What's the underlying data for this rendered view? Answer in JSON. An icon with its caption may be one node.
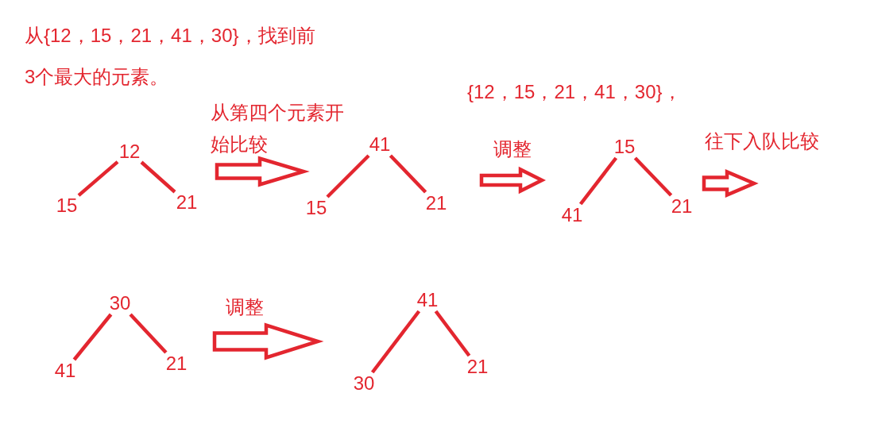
{
  "diagram": {
    "nodes": [
      {
        "text": [
          "12"
        ]
      },
      {
        "text": [
          "15"
        ]
      },
      {
        "text": [
          "21"
        ]
      },
      {
        "text": [
          "41"
        ]
      },
      {
        "text": [
          "15"
        ]
      },
      {
        "text": [
          "21"
        ]
      },
      {
        "text": [
          "15"
        ]
      },
      {
        "text": [
          "41"
        ]
      },
      {
        "text": [
          "21"
        ]
      },
      {
        "text": [
          "30"
        ]
      },
      {
        "text": [
          "41"
        ]
      },
      {
        "text": [
          "21"
        ]
      },
      {
        "text": [
          "41"
        ]
      },
      {
        "text": [
          "30"
        ]
      },
      {
        "text": [
          "21"
        ]
      }
    ],
    "edges": [
      {
        "from": 0,
        "to": 1,
        "arrow": "none"
      },
      {
        "from": 0,
        "to": 2,
        "arrow": "none"
      },
      {
        "from": 3,
        "to": 4,
        "arrow": "none"
      },
      {
        "from": 3,
        "to": 5,
        "arrow": "none"
      },
      {
        "from": 6,
        "to": 7,
        "arrow": "none"
      },
      {
        "from": 6,
        "to": 8,
        "arrow": "none"
      },
      {
        "from": 9,
        "to": 10,
        "arrow": "none"
      },
      {
        "from": 9,
        "to": 11,
        "arrow": "none"
      },
      {
        "from": 12,
        "to": 13,
        "arrow": "none"
      },
      {
        "from": 12,
        "to": 14,
        "arrow": "none"
      },
      {
        "from": 2,
        "to": 4,
        "arrow": "to",
        "label": "从第四个元素开始比较"
      },
      {
        "from": 5,
        "to": 7,
        "arrow": "to",
        "label": "调整"
      },
      {
        "from": 8,
        "to": null,
        "arrow": "to",
        "label": "往下入队比较"
      },
      {
        "from": 11,
        "to": 13,
        "arrow": "to",
        "label": "调整"
      }
    ],
    "labels": [
      "从{12，15，21，41，30}，找到前3个最大的元素。",
      "{12，15，21，41，30}，"
    ]
  }
}
